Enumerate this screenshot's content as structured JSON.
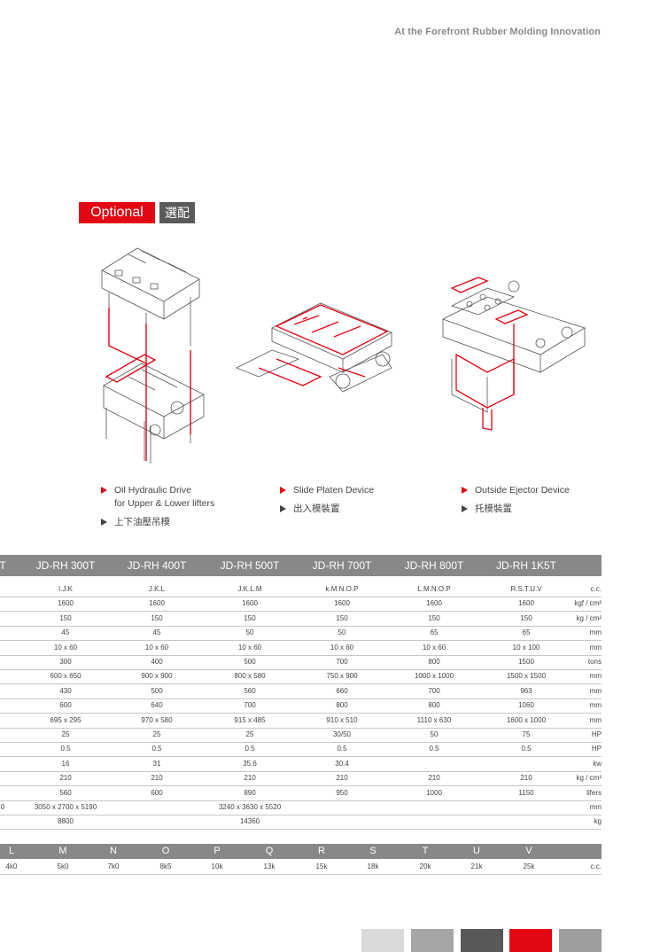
{
  "header": {
    "tagline": "At the Forefront Rubber Molding Innovation"
  },
  "optional": {
    "label_en": "Optional",
    "label_zh": "選配"
  },
  "options": [
    {
      "en_line1": "Oil Hydraulic Drive",
      "en_line2": "for Upper & Lower lifters",
      "zh": "上下油壓吊模"
    },
    {
      "en_line1": "Slide Platen Device",
      "zh": "出入模裝置"
    },
    {
      "en_line1": "Outside Ejector Device",
      "zh": "托模裝置"
    }
  ],
  "spec_table": {
    "first_header_fragment": "T",
    "columns": [
      "JD-RH 300T",
      "JD-RH 400T",
      "JD-RH 500T",
      "JD-RH 700T",
      "JD-RH 800T",
      "JD-RH 1K5T"
    ],
    "rows": [
      {
        "values": [
          "I.J.K",
          "J.K.L",
          "J.K.L.M",
          "k.M.N.O.P",
          "L.M.N.O.P",
          "R.S.T.U.V"
        ],
        "unit": "c.c."
      },
      {
        "values": [
          "1600",
          "1600",
          "1600",
          "1600",
          "1600",
          "1600"
        ],
        "unit": "kgf / cm²"
      },
      {
        "values": [
          "150",
          "150",
          "150",
          "150",
          "150",
          "150"
        ],
        "unit": "kg / cm²"
      },
      {
        "values": [
          "45",
          "45",
          "50",
          "50",
          "65",
          "65"
        ],
        "unit": "mm"
      },
      {
        "values": [
          "10 x 60",
          "10 x 60",
          "10 x 60",
          "10 x 60",
          "10 x 60",
          "10 x 100"
        ],
        "unit": "mm"
      },
      {
        "values": [
          "300",
          "400",
          "500",
          "700",
          "800",
          "1500"
        ],
        "unit": "tons"
      },
      {
        "values": [
          "600 x 650",
          "900 x 900",
          "800 x 580",
          "750 x 900",
          "1000 x 1000",
          "1500 x 1500"
        ],
        "unit": "mm"
      },
      {
        "values": [
          "430",
          "500",
          "560",
          "660",
          "700",
          "963"
        ],
        "unit": "mm"
      },
      {
        "values": [
          "600",
          "640",
          "700",
          "800",
          "800",
          "1060"
        ],
        "unit": "mm"
      },
      {
        "values": [
          "695 x 295",
          "970 x 580",
          "915 x 485",
          "910 x 510",
          "1110 x 630",
          "1600 x 1000"
        ],
        "unit": "mm"
      },
      {
        "values": [
          "25",
          "25",
          "25",
          "30/50",
          "50",
          "75"
        ],
        "unit": "HP"
      },
      {
        "values": [
          "0.5",
          "0.5",
          "0.5",
          "0.5",
          "0.5",
          "0.5"
        ],
        "unit": "HP"
      },
      {
        "values": [
          "16",
          "31",
          "35.6",
          "30.4",
          "",
          ""
        ],
        "unit": "kw"
      },
      {
        "values": [
          "210",
          "210",
          "210",
          "210",
          "210",
          "210"
        ],
        "unit": "kg / cm²"
      },
      {
        "values": [
          "560",
          "600",
          "890",
          "950",
          "1000",
          "1150"
        ],
        "unit": "lifers"
      },
      {
        "values": [
          "3050 x 2700 x 5190",
          "",
          "3240 x 3630 x 5520",
          "",
          "",
          ""
        ],
        "unit": "mm",
        "left_fragment": "0"
      },
      {
        "values": [
          "8800",
          "",
          "14360",
          "",
          "",
          ""
        ],
        "unit": "kg"
      }
    ]
  },
  "code_table": {
    "headers": [
      "L",
      "M",
      "N",
      "O",
      "P",
      "Q",
      "R",
      "S",
      "T",
      "U",
      "V"
    ],
    "values": [
      "4k0",
      "5k0",
      "7k0",
      "8k5",
      "10k",
      "13k",
      "15k",
      "18k",
      "20k",
      "21k",
      "25k"
    ],
    "unit": "c.c."
  },
  "colors": {
    "accent": "#e30613",
    "header_grey": "#888888",
    "dark_grey": "#5a5a5a"
  },
  "swatches": [
    "#d9d9d9",
    "#a6a6a6",
    "#58585a",
    "#e30613",
    "#9e9e9e"
  ]
}
